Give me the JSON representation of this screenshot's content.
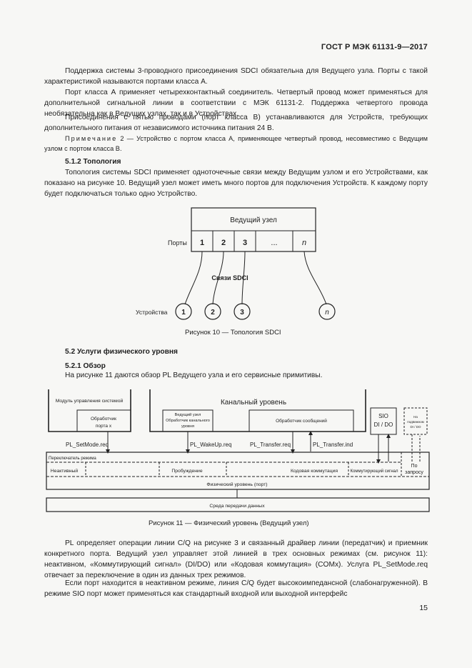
{
  "header": {
    "standard": "ГОСТ Р МЭК 61131-9—2017"
  },
  "paragraphs": {
    "p1": "Поддержка системы 3-проводного присоединения SDCI обязательна для Ведущего узла. Порты с такой характеристикой называются портами класса А.",
    "p2": "Порт класса А применяет четырехконтактный соединитель. Четвертый провод может применяться для дополнительной сигнальной линии в соответствии с МЭК 61131-2. Поддержка четвертого провода необязательна как в Ведущих узлах, так и в Устройствах.",
    "p3": "Присоединения с пятью проводами (порт класса В) устанавливаются для Устройств, требующих дополнительного питания от независимого источника питания 24 В.",
    "note_label": "Примечание",
    "note_text": "2 — Устройство с портом класса А, применяющее четвертый провод, несовместимо с Ведущим узлом с портом класса В.",
    "p4": "Топология системы SDCI применяет одноточечные связи между Ведущим узлом и его Устройствами, как показано на рисунке 10. Ведущий узел может иметь много портов для подключения Устройств. К каждому порту будет подключаться только одно Устройство.",
    "p5": "На рисунке 11 даются обзор PL Ведущего узла и его сервисные примитивы.",
    "p6": "PL определяет операции линии C/Q на рисунке 3 и связанный драйвер линии (передатчик) и приемник конкретного порта. Ведущий узел управляет этой линией в трех основных режимах (см. рисунок 11): неактивном, «Коммутирующий сигнал» (DI/DO) или «Кодовая коммутация» (COMx). Услуга PL_SetMode.req отвечает за переключение в один из данных трех режимов.",
    "p7": "Если порт находится в неактивном режиме, линия C/Q будет высокоимпедансной (слабонагруженной). В режиме SIO порт может применяться как стандартный входной или выходной интерфейс"
  },
  "headings": {
    "h512": "5.1.2 Топология",
    "h52": "5.2 Услуги физического уровня",
    "h521": "5.2.1 Обзор"
  },
  "figure10": {
    "master": "Ведущий узел",
    "ports_label": "Порты",
    "ports": [
      "1",
      "2",
      "3",
      "...",
      "n"
    ],
    "links": "Связи SDCI",
    "devices_label": "Устройства",
    "devices": [
      "1",
      "2",
      "3",
      "n"
    ],
    "caption": "Рисунок 10 — Топология SDCI"
  },
  "figure11": {
    "sysmgmt": "Модуль управления системой",
    "port_handler": [
      "Обработчик",
      "порта х"
    ],
    "wakeup_handler": [
      "Ведущий узел",
      "Обработчик канального",
      "уровня"
    ],
    "datalink": "Канальный уровень",
    "msg_handler": "Обработчик сообщений",
    "sio": [
      "SIO",
      "DI / DO"
    ],
    "on_request_top": [
      "На",
      "подвижном",
      "DI / DO"
    ],
    "svc_setmode": "PL_SetMode.req",
    "svc_wakeup": "PL_WakeUp.req",
    "svc_transfer_req": "PL_Transfer.req",
    "svc_transfer_ind": "PL_Transfer.ind",
    "mode_switch": "Переключатель режима",
    "inactive": "Неактивный",
    "wakeup": "Пробуждение",
    "coded": "Кодовая коммутация",
    "switching": "Коммутирующий сигнал",
    "on_request": [
      "По",
      "запросу"
    ],
    "physical": "Физический уровень (порт)",
    "medium": "Среда передачи данных",
    "caption": "Рисунок 11 — Физический уровень (Ведущий узел)"
  },
  "page_number": "15"
}
